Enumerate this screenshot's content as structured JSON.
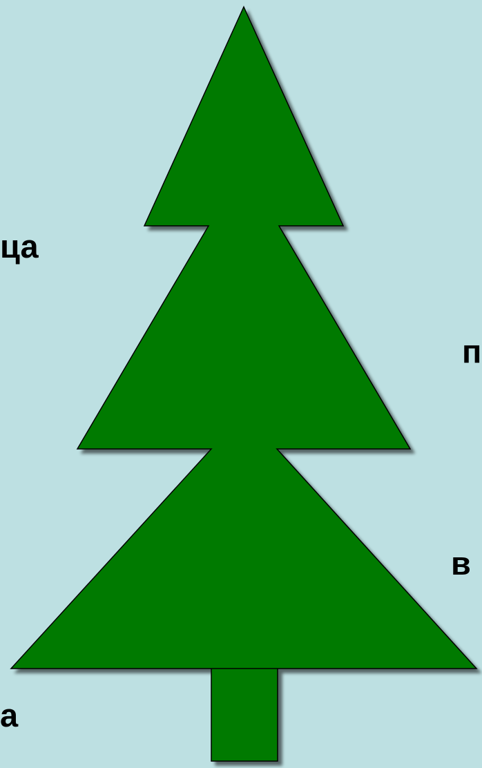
{
  "colors": {
    "background": "#bde0e2",
    "tree_fill": "#007a00",
    "tree_outline": "#000000",
    "text": "#000000"
  },
  "tree": {
    "icon": "fir-tree-icon"
  },
  "text_fragments": [
    {
      "text": "ца"
    },
    {
      "text": "п"
    },
    {
      "text": "в"
    },
    {
      "text": "а"
    }
  ]
}
